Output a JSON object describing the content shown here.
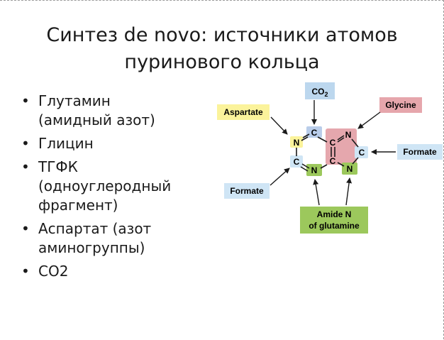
{
  "slide": {
    "title_line1": "Синтез de novo: источники атомов",
    "title_line2": "пуринового кольца",
    "bullets": [
      {
        "lines": [
          "Глутамин",
          "(амидный азот)"
        ]
      },
      {
        "lines": [
          "Глицин"
        ]
      },
      {
        "lines": [
          "ТГФК",
          "(одноуглеродный",
          "фрагмент)"
        ]
      },
      {
        "lines": [
          "Аспартат (азот",
          "аминогруппы)"
        ]
      },
      {
        "lines": [
          "CO2"
        ]
      }
    ],
    "bullet_glyph": "•"
  },
  "diagram": {
    "labels": {
      "co2": "CO",
      "co2_sub": "2",
      "aspartate": "Aspartate",
      "glycine": "Glycine",
      "formate_right": "Formate",
      "formate_left": "Formate",
      "glutamine_line1": "Amide N",
      "glutamine_line2": "of glutamine"
    },
    "atoms": {
      "c_top": "C",
      "n_left": "N",
      "c_left": "C",
      "n_bottom": "N",
      "c_ring_top": "C",
      "c_ring_bottom": "C",
      "n_five_top": "N",
      "c_five_right": "C",
      "n_five_bottom": "N"
    },
    "colors": {
      "co2_box": "#bcd7ee",
      "aspartate_box": "#fbf39b",
      "glycine_box": "#e6a6ac",
      "formate_box": "#cfe5f5",
      "glutamine_box": "#9cc85c",
      "n_aspartate": "#fbf39b",
      "c_co2": "#b9cdea",
      "glycine_highlight": "#e5a7ad",
      "formate_atom": "#cfe5f5",
      "glutamine_atom": "#9cc85c"
    }
  }
}
